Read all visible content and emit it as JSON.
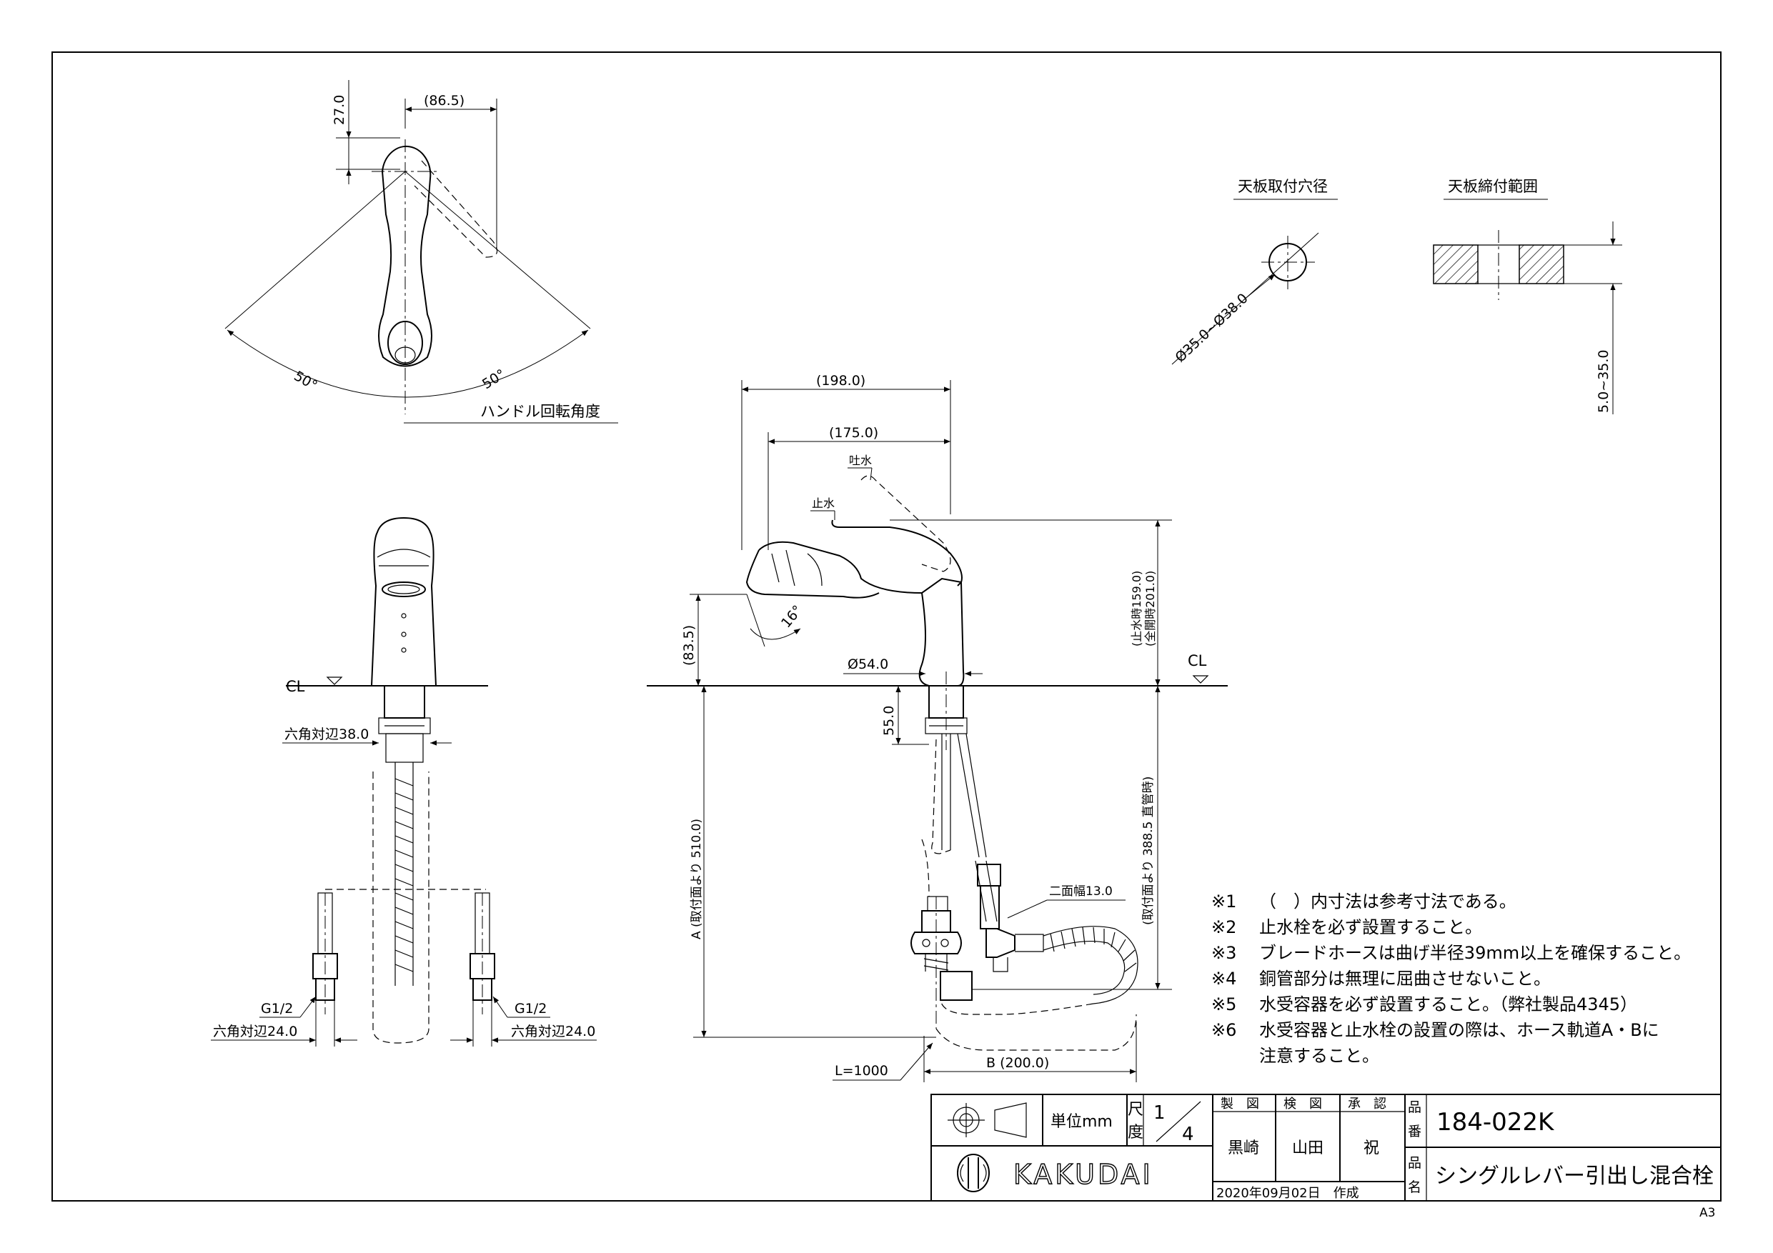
{
  "top_view": {
    "dim_27": "27.0",
    "dim_86_5": "(86.5)",
    "angle_left": "50°",
    "angle_right": "50°",
    "caption": "ハンドル回転角度"
  },
  "hole": {
    "title": "天板取付穴径",
    "dim": "Ø35.0~Ø38.0"
  },
  "clamp": {
    "title": "天板締付範囲",
    "dim": "5.0~35.0"
  },
  "front_view": {
    "cl": "CL",
    "hex38": "六角対辺38.0",
    "g_left": "G1/2",
    "g_right": "G1/2",
    "hex24_left": "六角対辺24.0",
    "hex24_right": "六角対辺24.0"
  },
  "side_view": {
    "dim_198": "(198.0)",
    "dim_175": "(175.0)",
    "tosui": "吐水",
    "shisui": "止水",
    "dim_83_5": "(83.5)",
    "angle_16": "16°",
    "dim_54": "Ø54.0",
    "cl": "CL",
    "dim_159": "(止水時159.0)",
    "dim_201": "(全開時201.0)",
    "dim_55": "55.0",
    "dim_510": "A (取付面より 510.0)",
    "dim_388": "(取付面より 388.5 直管時)",
    "nimen": "二面幅13.0",
    "hose_len": "L=1000",
    "dim_b": "B (200.0)"
  },
  "notes": [
    {
      "mark": "※1",
      "text": "（　）内寸法は参考寸法である。"
    },
    {
      "mark": "※2",
      "text": "止水栓を必ず設置すること。"
    },
    {
      "mark": "※3",
      "text": "ブレードホースは曲げ半径39mm以上を確保すること。"
    },
    {
      "mark": "※4",
      "text": "銅管部分は無理に屈曲させないこと。"
    },
    {
      "mark": "※5",
      "text": "水受容器を必ず設置すること。（弊社製品4345）"
    },
    {
      "mark": "※6",
      "text": "水受容器と止水栓の設置の際は、ホース軌道A・Bに"
    },
    {
      "mark": "",
      "text": "注意すること。"
    }
  ],
  "title_block": {
    "unit": "単位mm",
    "scale_label_1": "尺",
    "scale_label_2": "度",
    "scale_num": "1",
    "scale_den": "4",
    "col_make": "製　図",
    "col_check": "検　図",
    "col_approve": "承　認",
    "name_make": "黒崎",
    "name_check": "山田",
    "name_approve": "祝",
    "date": "2020年09月02日　作成",
    "part_no_label_1": "品",
    "part_no_label_2": "番",
    "part_no": "184-022K",
    "part_name_label_1": "品",
    "part_name_label_2": "名",
    "part_name": "シングルレバー引出し混合栓",
    "brand": "KAKUDAI",
    "sheet_size": "A3"
  }
}
